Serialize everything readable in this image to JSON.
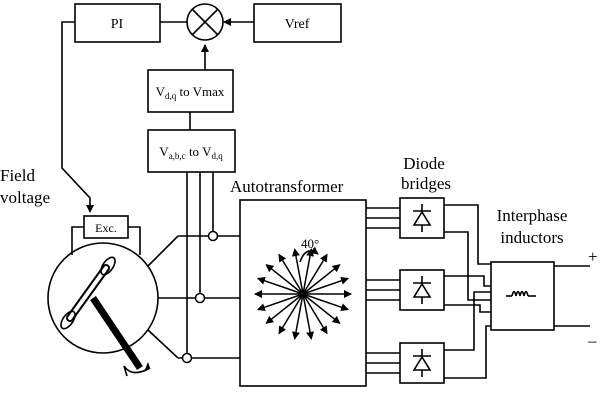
{
  "blocks": {
    "pi": "PI",
    "vref": "Vref",
    "vmax_pre": "V",
    "vmax_sub": "d,q",
    "vmax_post": " to Vmax",
    "abc_pre": "V",
    "abc_sub1": "a,b,c",
    "abc_mid": " to V",
    "abc_sub2": "d,q",
    "exc": "Exc."
  },
  "labels": {
    "field1": "Field",
    "field2": "voltage",
    "autotransformer": "Autotransformer",
    "diode1": "Diode",
    "diode2": "bridges",
    "inter1": "Interphase",
    "inter2": "inductors",
    "angle": "40°",
    "plus": "+",
    "minus": "–"
  }
}
